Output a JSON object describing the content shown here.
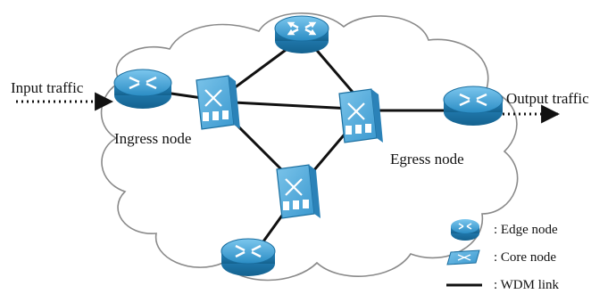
{
  "labels": {
    "input_traffic": "Input traffic",
    "output_traffic": "Output traffic",
    "ingress_node": "Ingress node",
    "egress_node": "Egress node"
  },
  "legend": {
    "edge_node": ": Edge node",
    "core_node": ": Core node",
    "wdm_link": ": WDM link"
  },
  "colors": {
    "edge_node_fill": "#2f93c9",
    "core_node_fill": "#4aa6d8",
    "link": "#111111",
    "cloud_stroke": "#8a8a8a"
  },
  "nodes": [
    {
      "id": "edge-top",
      "kind": "edge"
    },
    {
      "id": "edge-ingress",
      "kind": "edge"
    },
    {
      "id": "edge-egress",
      "kind": "edge"
    },
    {
      "id": "edge-bottom",
      "kind": "edge"
    },
    {
      "id": "core-left",
      "kind": "core"
    },
    {
      "id": "core-right",
      "kind": "core"
    },
    {
      "id": "core-bottom",
      "kind": "core"
    }
  ],
  "links": [
    [
      "edge-ingress",
      "core-left"
    ],
    [
      "core-left",
      "edge-top"
    ],
    [
      "core-left",
      "core-right"
    ],
    [
      "core-left",
      "core-bottom"
    ],
    [
      "edge-top",
      "core-right"
    ],
    [
      "core-right",
      "core-bottom"
    ],
    [
      "core-right",
      "edge-egress"
    ],
    [
      "core-bottom",
      "edge-bottom"
    ]
  ]
}
